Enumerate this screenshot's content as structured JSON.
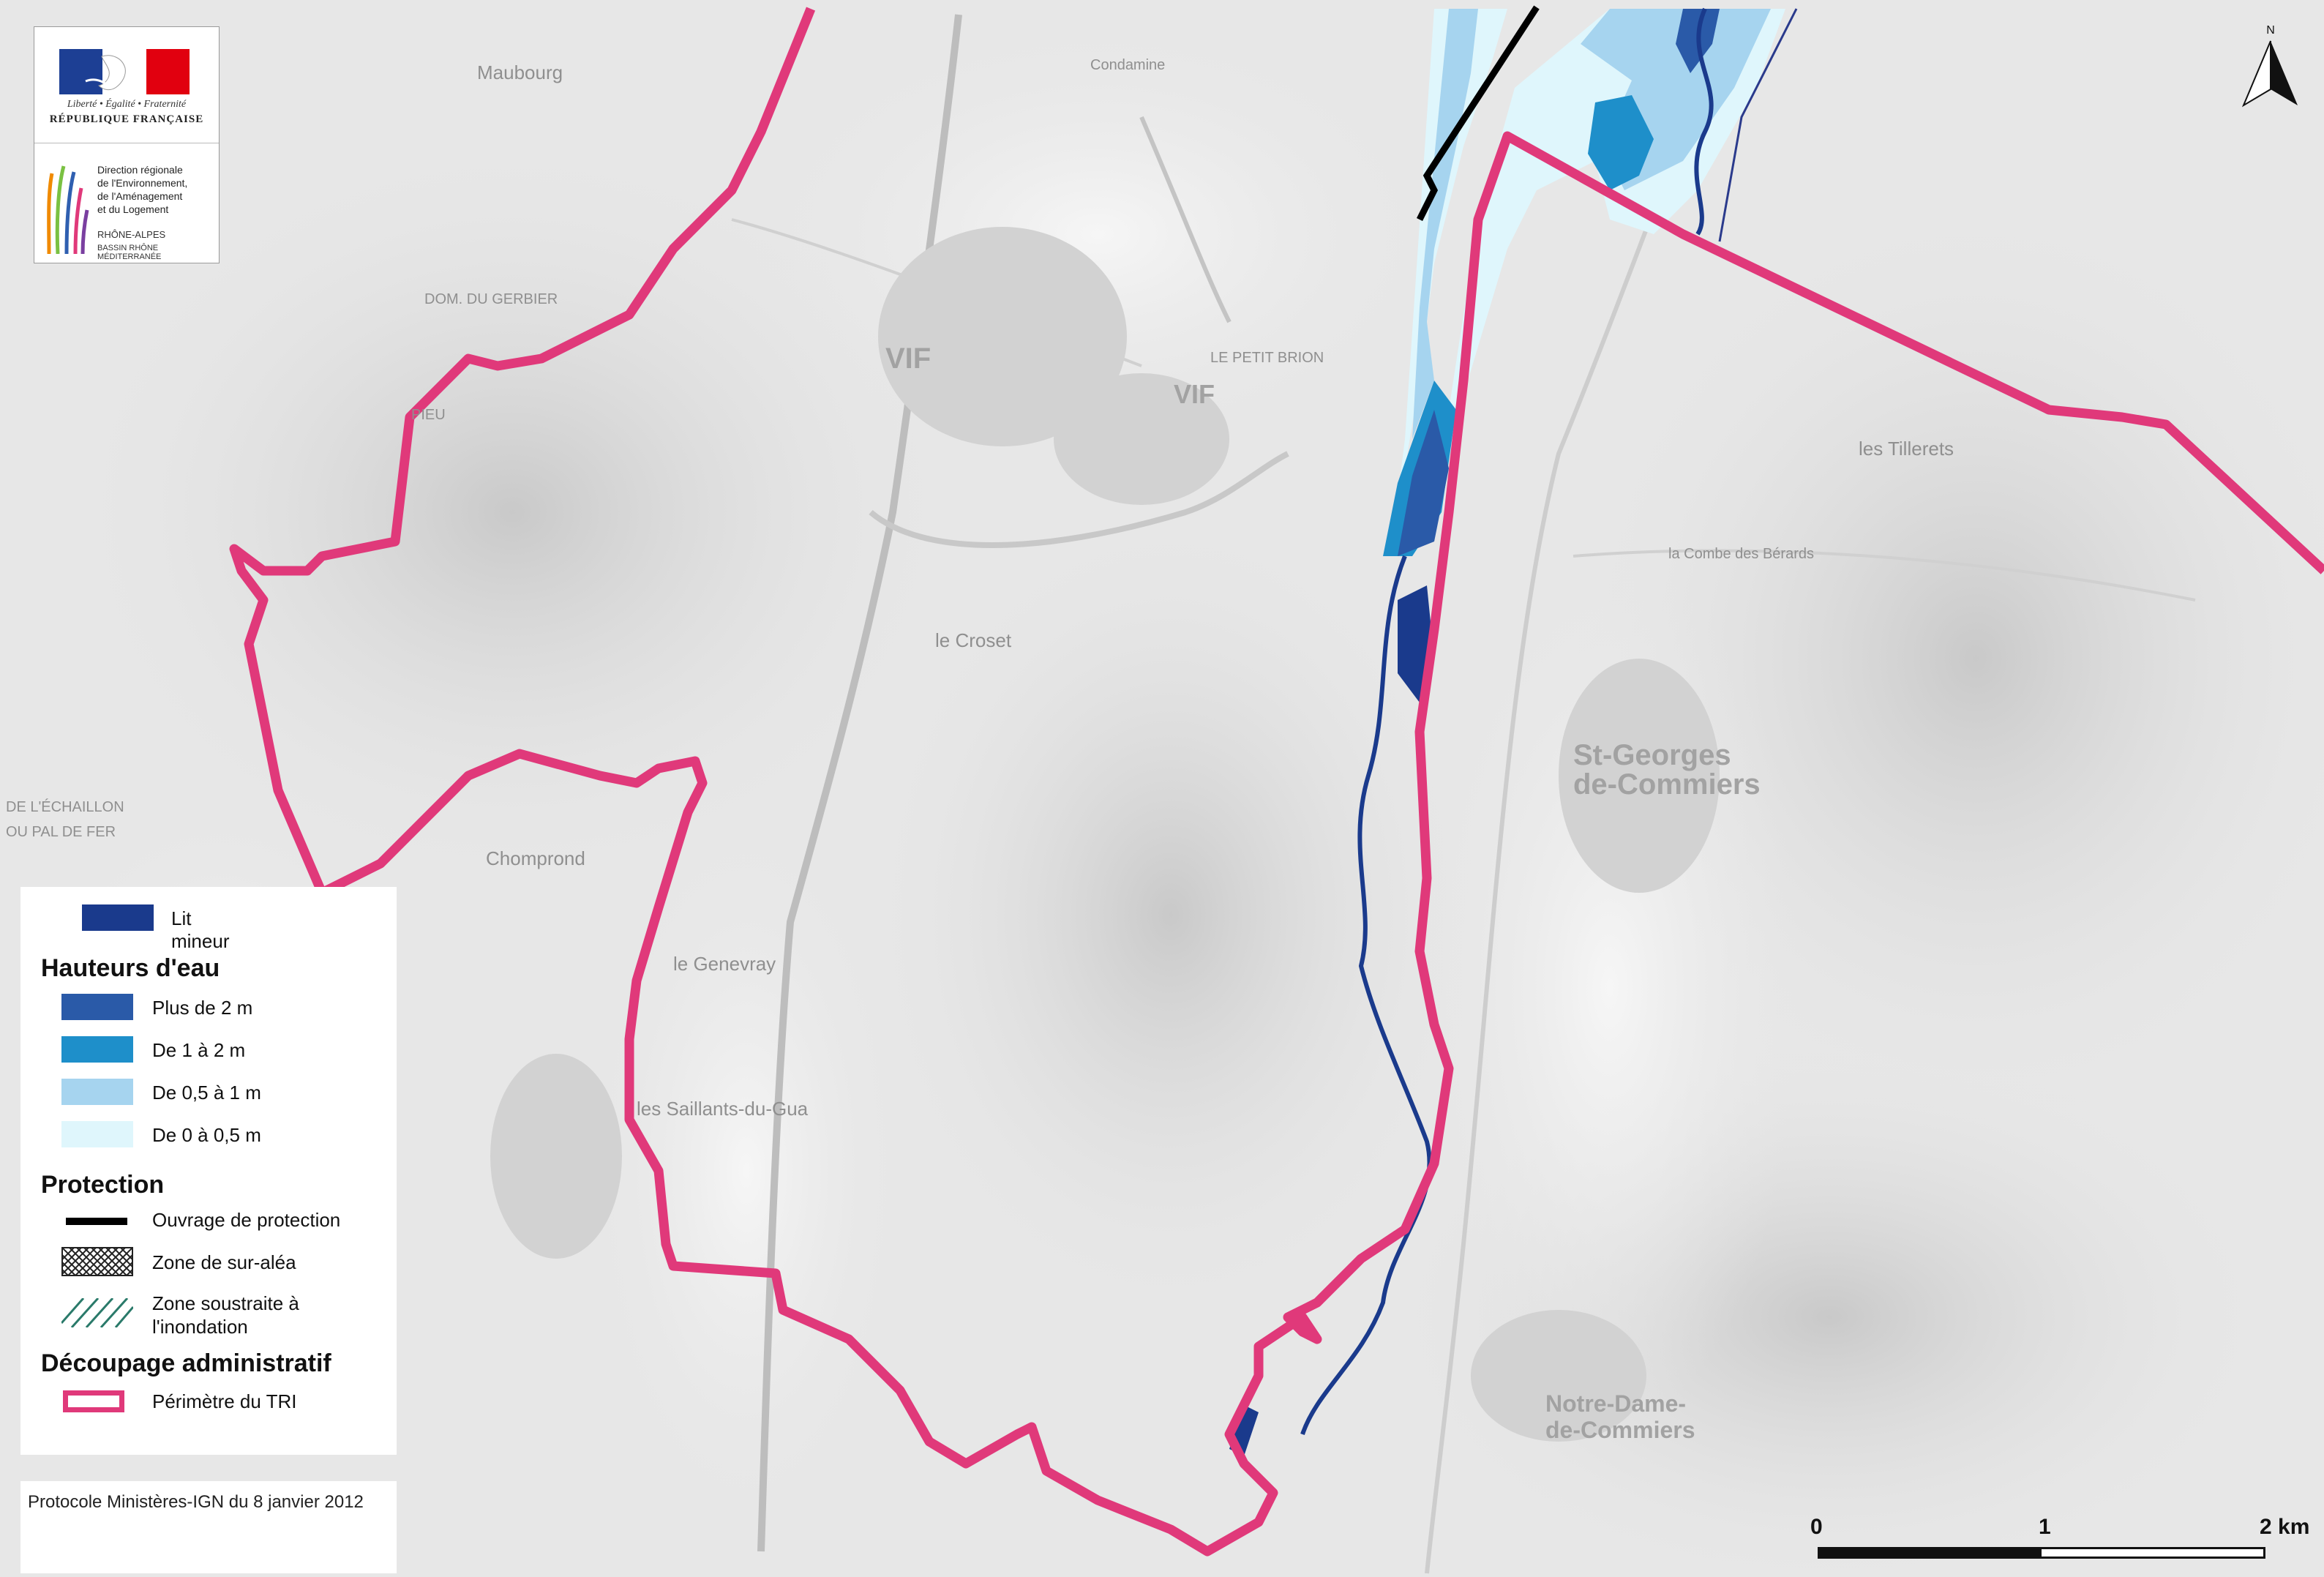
{
  "logo": {
    "motto": "Liberté • Égalité • Fraternité",
    "republic": "RÉPUBLIQUE FRANÇAISE",
    "dreal_line1": "Direction régionale",
    "dreal_line2": "de l'Environnement,",
    "dreal_line3": "de l'Aménagement",
    "dreal_line4": "et du Logement",
    "region": "RHÔNE-ALPES",
    "basin": "BASSIN RHÔNE MÉDITERRANÉE"
  },
  "places": {
    "maubourg": "Maubourg",
    "vif": "VIF",
    "vif2": "VIF",
    "condamine": "Condamine",
    "croset": "le Croset",
    "genevray": "le Genevray",
    "chomprond": "Chomprond",
    "saillants": "les Saillants-du-Gua",
    "st_georges1": "St-Georges",
    "st_georges2": "de-Commiers",
    "notre_dame1": "Notre-Dame-",
    "notre_dame2": "de-Commiers",
    "combe_berards": "la Combe des Bérards",
    "tillerets": "les Tillerets",
    "echaillon": "DE L'ÉCHAILLON",
    "pal_de_fer": "OU PAL DE FER",
    "petit_brion": "LE PETIT BRION",
    "pieu": "PIEU",
    "gerbier": "DOM. DU GERBIER"
  },
  "legend": {
    "lit_mineur": "Lit mineur",
    "hauteurs_heading": "Hauteurs d'eau",
    "h1": "Plus de 2 m",
    "h2": "De 1 à 2 m",
    "h3": "De 0,5 à 1 m",
    "h4": "De 0 à 0,5 m",
    "protection_heading": "Protection",
    "p1": "Ouvrage de protection",
    "p2": "Zone de sur-aléa",
    "p3a": "Zone soustraite à",
    "p3b": "l'inondation",
    "admin_heading": "Découpage administratif",
    "a1": "Périmètre du TRI"
  },
  "colors": {
    "lit_mineur": "#1a3a8c",
    "plus_2m": "#2a5aa8",
    "de_1_2m": "#1e8fca",
    "de_05_1m": "#a6d4ef",
    "de_0_05m": "#dff6fc",
    "tri_perimeter": "#e0397a",
    "protection": "#000000"
  },
  "north_label": "N",
  "scale": {
    "s0": "0",
    "s1": "1",
    "s2": "2 km"
  },
  "credit": "Protocole Ministères-IGN du 8 janvier 2012"
}
